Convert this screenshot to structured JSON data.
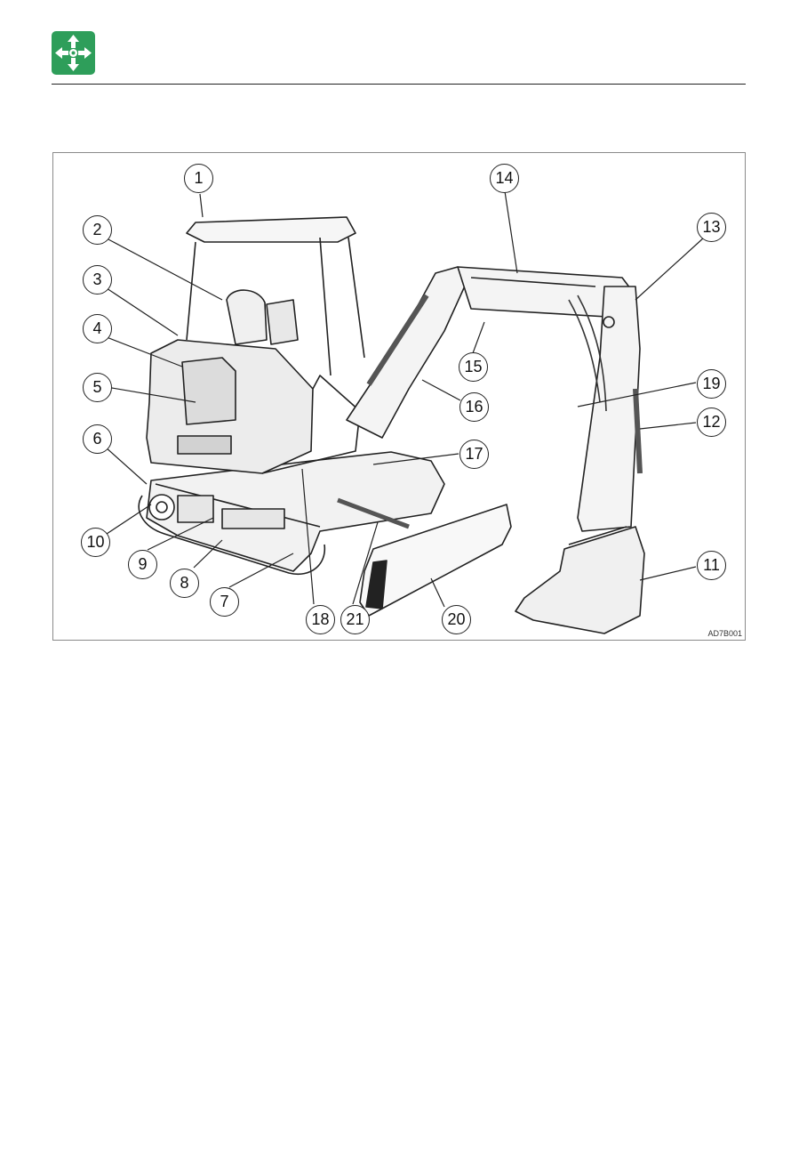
{
  "header": {
    "logo_icon": "four-way-arrows-icon",
    "logo_color": "#2e9e5a"
  },
  "figure": {
    "callouts": [
      "1",
      "2",
      "3",
      "4",
      "5",
      "6",
      "7",
      "8",
      "9",
      "10",
      "11",
      "12",
      "13",
      "14",
      "15",
      "16",
      "17",
      "18",
      "19",
      "20",
      "21"
    ],
    "code": "AD7B001"
  }
}
